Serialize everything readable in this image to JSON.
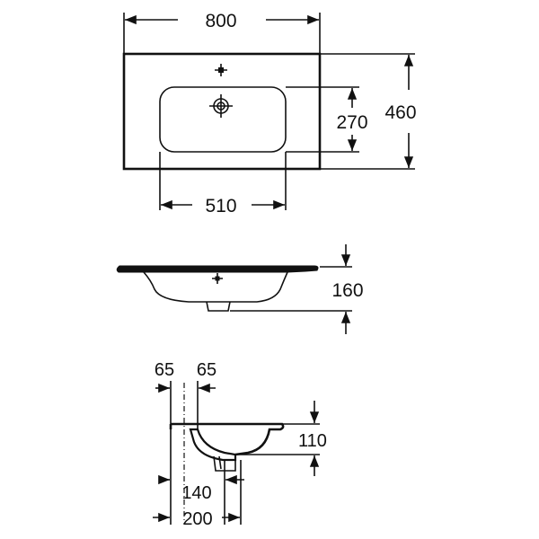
{
  "dimensions": {
    "overall_width": "800",
    "overall_depth": "460",
    "bowl_depth": "270",
    "bowl_width": "510",
    "height": "160",
    "offset_left": "65",
    "offset_right": "65",
    "bowl_height": "110",
    "inner_depth": "140",
    "outer_depth": "200"
  },
  "colors": {
    "ink": "#111111",
    "background": "#ffffff"
  }
}
